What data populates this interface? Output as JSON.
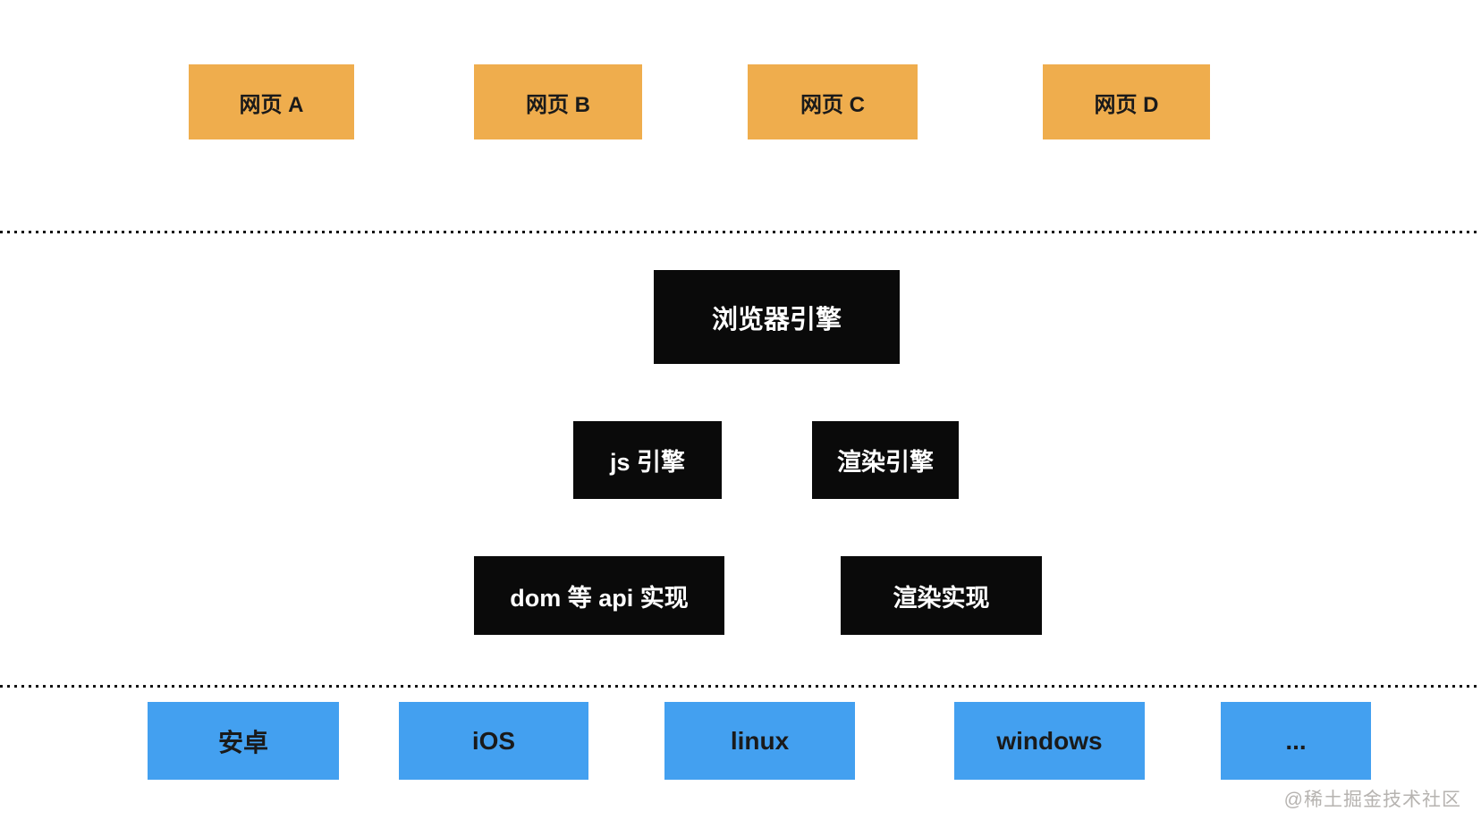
{
  "colors": {
    "background": "#FFFFFF",
    "webpage_box": "#EFAD4D",
    "engine_box": "#0A0A0A",
    "engine_text": "#FFFFFF",
    "platform_box": "#43A0F0",
    "box_text": "#1A1A1A",
    "dotted_line": "#111111",
    "watermark_text": "#B6B3B0"
  },
  "webpages": [
    {
      "label": "网页 A"
    },
    {
      "label": "网页 B"
    },
    {
      "label": "网页 C"
    },
    {
      "label": "网页 D"
    }
  ],
  "engines": {
    "browser_engine": "浏览器引擎",
    "js_engine": "js 引擎",
    "render_engine": "渲染引擎",
    "dom_api_impl": "dom 等 api 实现",
    "render_impl": "渲染实现"
  },
  "platforms": [
    {
      "label": "安卓"
    },
    {
      "label": "iOS"
    },
    {
      "label": "linux"
    },
    {
      "label": "windows"
    },
    {
      "label": "..."
    }
  ],
  "watermark": {
    "text": "@稀土掘金技术社区"
  }
}
